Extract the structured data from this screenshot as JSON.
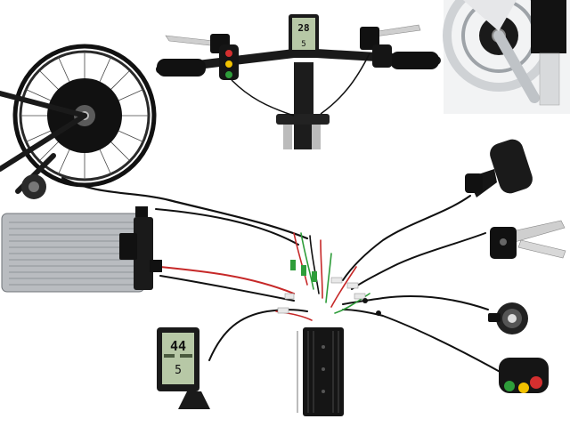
{
  "scene": {
    "subject": "e-bike-conversion-kit",
    "background": "#ffffff"
  },
  "colors": {
    "wire_black": "#111111",
    "wire_red": "#c62828",
    "wire_green": "#2e9d3a",
    "aluminum": "#b9bcc0",
    "aluminum_dark": "#6f7378",
    "lcd_green": "#b7c8a6",
    "frame_silver": "#d8dadc",
    "button_red": "#d32f2f",
    "button_yellow": "#f2c200",
    "button_green": "#2e9d3a"
  },
  "parts": {
    "motor_wheel": "hub-motor-wheel",
    "handlebar": "handlebar-with-display",
    "crank_sensor_photo": "pedal-assist-sensor-mounted",
    "battery": "aluminum-battery-pack",
    "controller": "motor-controller",
    "throttle": "half-twist-throttle",
    "brake_lever": "brake-lever",
    "pas_sensor": "pedal-assist-sensor-disc",
    "lcd_panel": "lcd-display-unit",
    "switch": "three-button-switch"
  },
  "displays": {
    "handlebar_lcd": {
      "value": "28",
      "sub": "5"
    },
    "standalone_lcd": {
      "value": "44",
      "sub": "5"
    }
  }
}
